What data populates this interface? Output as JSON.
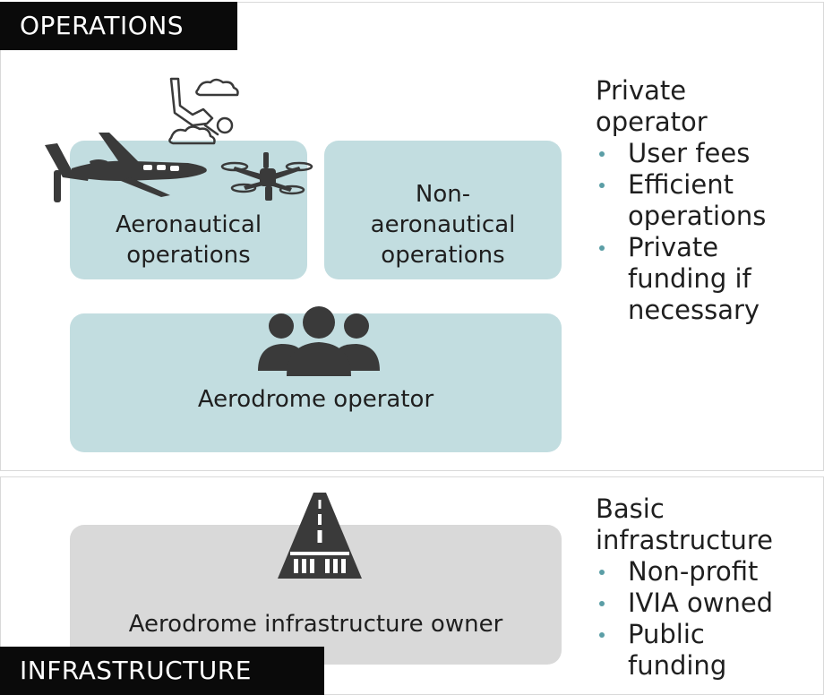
{
  "operations": {
    "tag": "OPERATIONS",
    "aeronautical": "Aeronautical operations",
    "non_aeronautical": "Non-aeronautical operations",
    "aerodrome_operator": "Aerodrome operator",
    "private_operator": {
      "heading": "Private operator",
      "bullets": [
        "User fees",
        "Efficient operations",
        "Private funding if necessary"
      ]
    }
  },
  "infrastructure": {
    "tag": "INFRASTRUCTURE",
    "owner": "Aerodrome infrastructure owner",
    "basic": {
      "heading": "Basic infrastructure",
      "bullets": [
        "Non-profit",
        "IVIA owned",
        "Public funding"
      ]
    }
  },
  "colors": {
    "operations_box": "#c2dde0",
    "infrastructure_box": "#d9d9d9",
    "bullet": "#5b9ea6",
    "tag_background": "#0a0a0a",
    "icon": "#3a3a3a"
  },
  "icons": [
    "airplane-icon",
    "skydiver-icon",
    "drone-icon",
    "people-icon",
    "runway-icon"
  ]
}
